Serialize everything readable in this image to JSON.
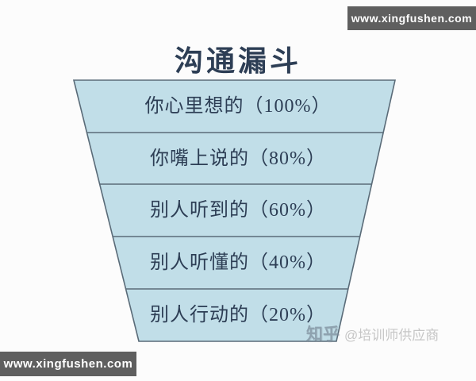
{
  "title": "沟通漏斗",
  "watermarks": {
    "top_right": "www.xingfushen.com",
    "bottom_left": "www.xingfushen.com"
  },
  "credit": {
    "logo": "知乎",
    "handle": "@培训师供应商"
  },
  "colors": {
    "funnel_fill": "#c1dee8",
    "funnel_stroke": "#5a6b78",
    "text": "#2d3e55",
    "banner_bg": "#5f5f5f",
    "banner_text": "#ffffff",
    "background": "#fcfcfc"
  },
  "funnel": {
    "type": "funnel",
    "title": "沟通漏斗",
    "layers": [
      {
        "label": "你心里想的",
        "percent": 100,
        "display": "你心里想的（100%）"
      },
      {
        "label": "你嘴上说的",
        "percent": 80,
        "display": "你嘴上说的（80%）"
      },
      {
        "label": "别人听到的",
        "percent": 60,
        "display": "别人听到的（60%）"
      },
      {
        "label": "别人听懂的",
        "percent": 40,
        "display": "别人听懂的（40%）"
      },
      {
        "label": "别人行动的",
        "percent": 20,
        "display": "别人行动的（20%）"
      }
    ]
  }
}
